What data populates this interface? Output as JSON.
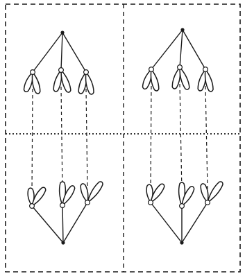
{
  "figure": {
    "panels": [
      {
        "id": "upper-left",
        "chromosomes": [
          {
            "arms": [
              {
                "len": 28,
                "angle": 110
              },
              {
                "len": 30,
                "angle": 75
              }
            ]
          },
          {
            "arms": [
              {
                "len": 30,
                "angle": 105
              },
              {
                "len": 32,
                "angle": 70
              }
            ]
          },
          {
            "arms": [
              {
                "len": 30,
                "angle": 105
              },
              {
                "len": 31,
                "angle": 75
              }
            ]
          }
        ]
      },
      {
        "id": "upper-right",
        "chromosomes": [
          {
            "arms": [
              {
                "len": 28,
                "angle": 110
              },
              {
                "len": 30,
                "angle": 75
              }
            ]
          },
          {
            "arms": [
              {
                "len": 30,
                "angle": 105
              },
              {
                "len": 32,
                "angle": 70
              }
            ]
          },
          {
            "arms": [
              {
                "len": 30,
                "angle": 105
              },
              {
                "len": 31,
                "angle": 75
              }
            ]
          }
        ]
      },
      {
        "id": "lower-left",
        "chromosomes": [
          {
            "arms": [
              {
                "len": 24,
                "angle": -95
              },
              {
                "len": 30,
                "angle": -55
              }
            ]
          },
          {
            "arms": [
              {
                "len": 32,
                "angle": -90
              },
              {
                "len": 30,
                "angle": -60
              }
            ]
          },
          {
            "arms": [
              {
                "len": 26,
                "angle": -105
              },
              {
                "len": 34,
                "angle": -55
              }
            ]
          }
        ]
      },
      {
        "id": "lower-right",
        "chromosomes": [
          {
            "arms": [
              {
                "len": 24,
                "angle": -95
              },
              {
                "len": 30,
                "angle": -55
              }
            ]
          },
          {
            "arms": [
              {
                "len": 32,
                "angle": -90
              },
              {
                "len": 30,
                "angle": -60
              }
            ]
          },
          {
            "arms": [
              {
                "len": 26,
                "angle": -105
              },
              {
                "len": 34,
                "angle": -55
              }
            ]
          }
        ]
      }
    ]
  }
}
